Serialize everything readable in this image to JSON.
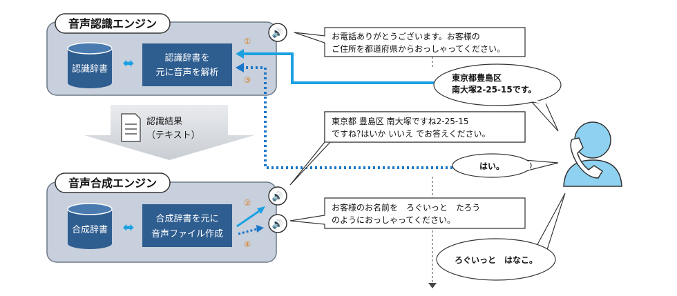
{
  "recognition_engine": {
    "title": "音声認識エンジン",
    "dictionary": "認識辞書",
    "process_line1": "認識辞書を",
    "process_line2": "元に音声を解析",
    "step1": "①",
    "step3": "③"
  },
  "result": {
    "line1": "認識結果",
    "line2": "（テキスト）"
  },
  "synthesis_engine": {
    "title": "音声合成エンジン",
    "dictionary": "合成辞書",
    "process_line1": "合成辞書を元に",
    "process_line2": "音声ファイル作成",
    "step2": "②",
    "step4": "④"
  },
  "messages": {
    "system1_line1": "お電話ありがとうございます。お客様の",
    "system1_line2": "ご住所を都道府県からおっしゃってください。",
    "caller1_line1": "東京都豊島区",
    "caller1_line2": "南大塚2-25-15です。",
    "system2_line1": "東京都 豊島区 南大塚ですね2-25-15",
    "system2_line2": "ですね?はいか いいえ でお答えください。",
    "caller2": "はい。",
    "system3_line1": "お客様のお名前を　ろぐいっと　たろう",
    "system3_line2": "のようにおっしゃってください。",
    "caller3": "ろぐいっと　はなこ。"
  },
  "colors": {
    "engine_fill": "#c7d0dc",
    "module_fill": "#2e5d90",
    "cyan": "#1ba0e2",
    "dotted": "#1976c9",
    "step": "#d9822b",
    "person": "#8ed1f0",
    "arrow_grey": "#d5d8dc"
  }
}
